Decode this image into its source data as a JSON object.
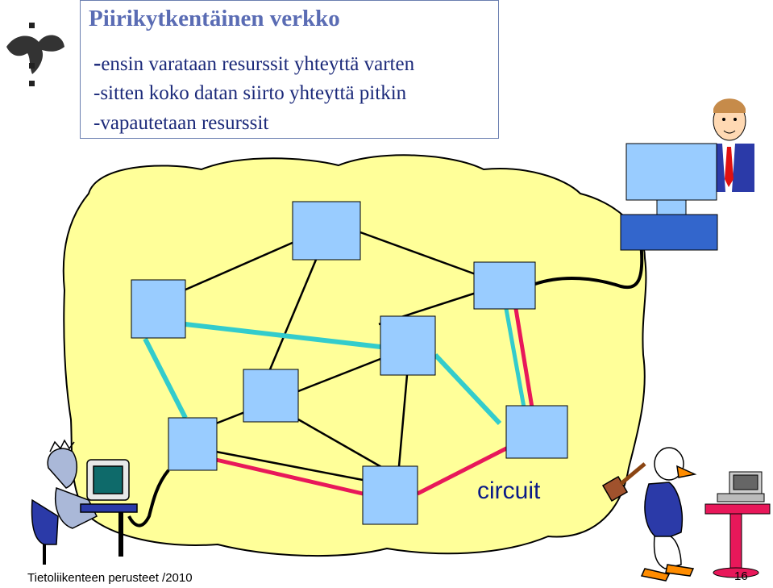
{
  "slide": {
    "title": "Piirikytkentäinen verkko",
    "bullets": [
      "ensin varataan resurssit yhteyttä varten",
      "-sitten koko datan siirto yhteyttä pitkin",
      "-vapautetaan resurssit"
    ],
    "bullet_dash": "-",
    "circuit_label": "circuit",
    "footer": "Tietoliikenteen perusteet /2010",
    "page_number": "16"
  },
  "colors": {
    "cloud": "#ffff99",
    "node": "#99ccff",
    "circuit_red": "#e8185a",
    "circuit_teal": "#33cccc",
    "link": "#000000",
    "title": "#5a6cb4",
    "text": "#1c2a7a"
  },
  "icons": [
    "university-logo-icon",
    "man-with-computer-icon",
    "user-at-desk-icon",
    "duck-with-hammer-icon",
    "computer-on-table-icon"
  ]
}
